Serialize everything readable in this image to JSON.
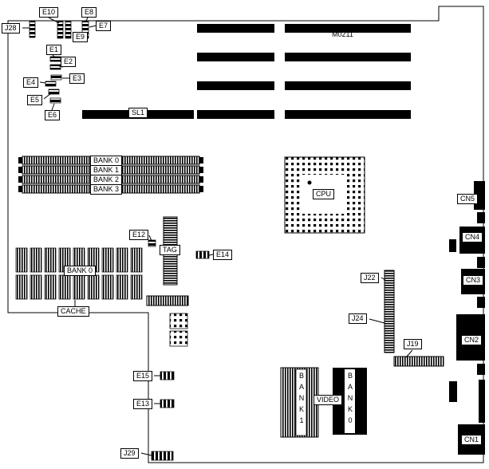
{
  "board": {
    "part_number": "M0211"
  },
  "callouts": {
    "j28": "J28",
    "e10": "E10",
    "e8": "E8",
    "e7": "E7",
    "e9": "E9",
    "e1": "E1",
    "e2": "E2",
    "e3": "E3",
    "e4": "E4",
    "e5": "E5",
    "e6": "E6",
    "sl1": "SL1",
    "bank0": "BANK 0",
    "bank1": "BANK 1",
    "bank2": "BANK 2",
    "bank3": "BANK 3",
    "cpu": "CPU",
    "e12": "E12",
    "tag": "TAG",
    "e14": "E14",
    "cache_bank": "BANK 0",
    "cache": "CACHE",
    "j22": "J22",
    "j24": "J24",
    "j19": "J19",
    "e15": "E15",
    "e13": "E13",
    "video": "VIDEO",
    "video_bank1": "BANK1",
    "video_bank0": "BANK0",
    "j29": "J29",
    "cn5": "CN5",
    "cn4": "CN4",
    "cn3": "CN3",
    "cn2": "CN2",
    "cn1": "CN1"
  }
}
